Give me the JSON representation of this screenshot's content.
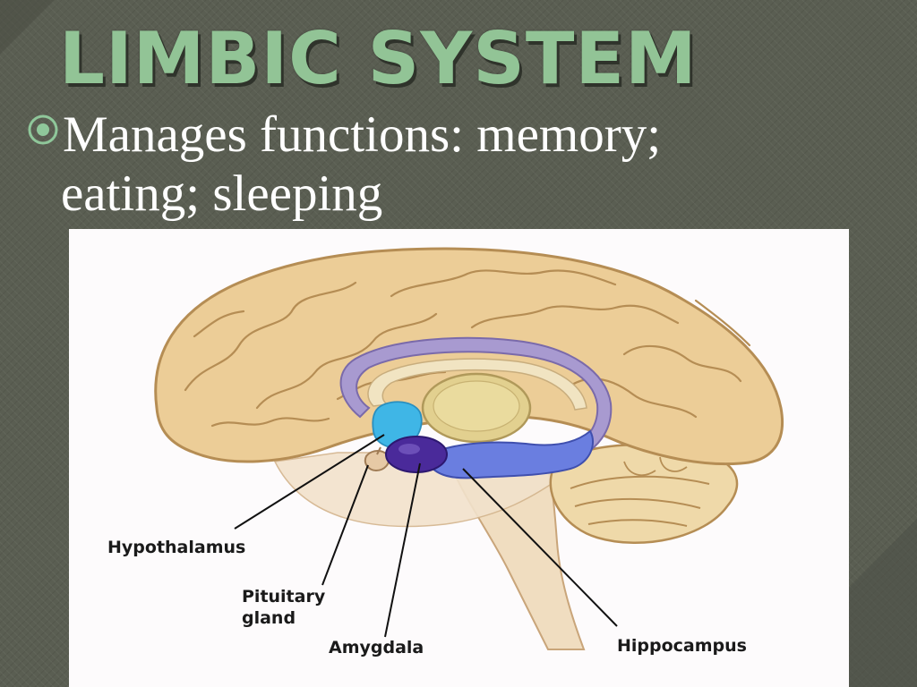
{
  "slide": {
    "title": "Limbic System",
    "bullet": {
      "line1": "Manages functions: memory;",
      "line2": "eating; sleeping"
    },
    "bullet_icon": "circled-dot-icon"
  },
  "diagram": {
    "labels": {
      "hypothalamus": "Hypothalamus",
      "pituitary_line1": "Pituitary",
      "pituitary_line2": "gland",
      "amygdala": "Amygdala",
      "hippocampus": "Hippocampus"
    }
  },
  "colors": {
    "background": "#5a5e52",
    "title": "#92c496",
    "bullet_text": "#ffffff",
    "brain": "#e8c993",
    "brain_outline": "#b58d54",
    "cingulate": "#9b8ec8",
    "hypothalamus": "#3fb6e6",
    "amygdala": "#4a2a9a",
    "hippocampus": "#5b6fd6",
    "thalamus": "#dcc98a"
  }
}
